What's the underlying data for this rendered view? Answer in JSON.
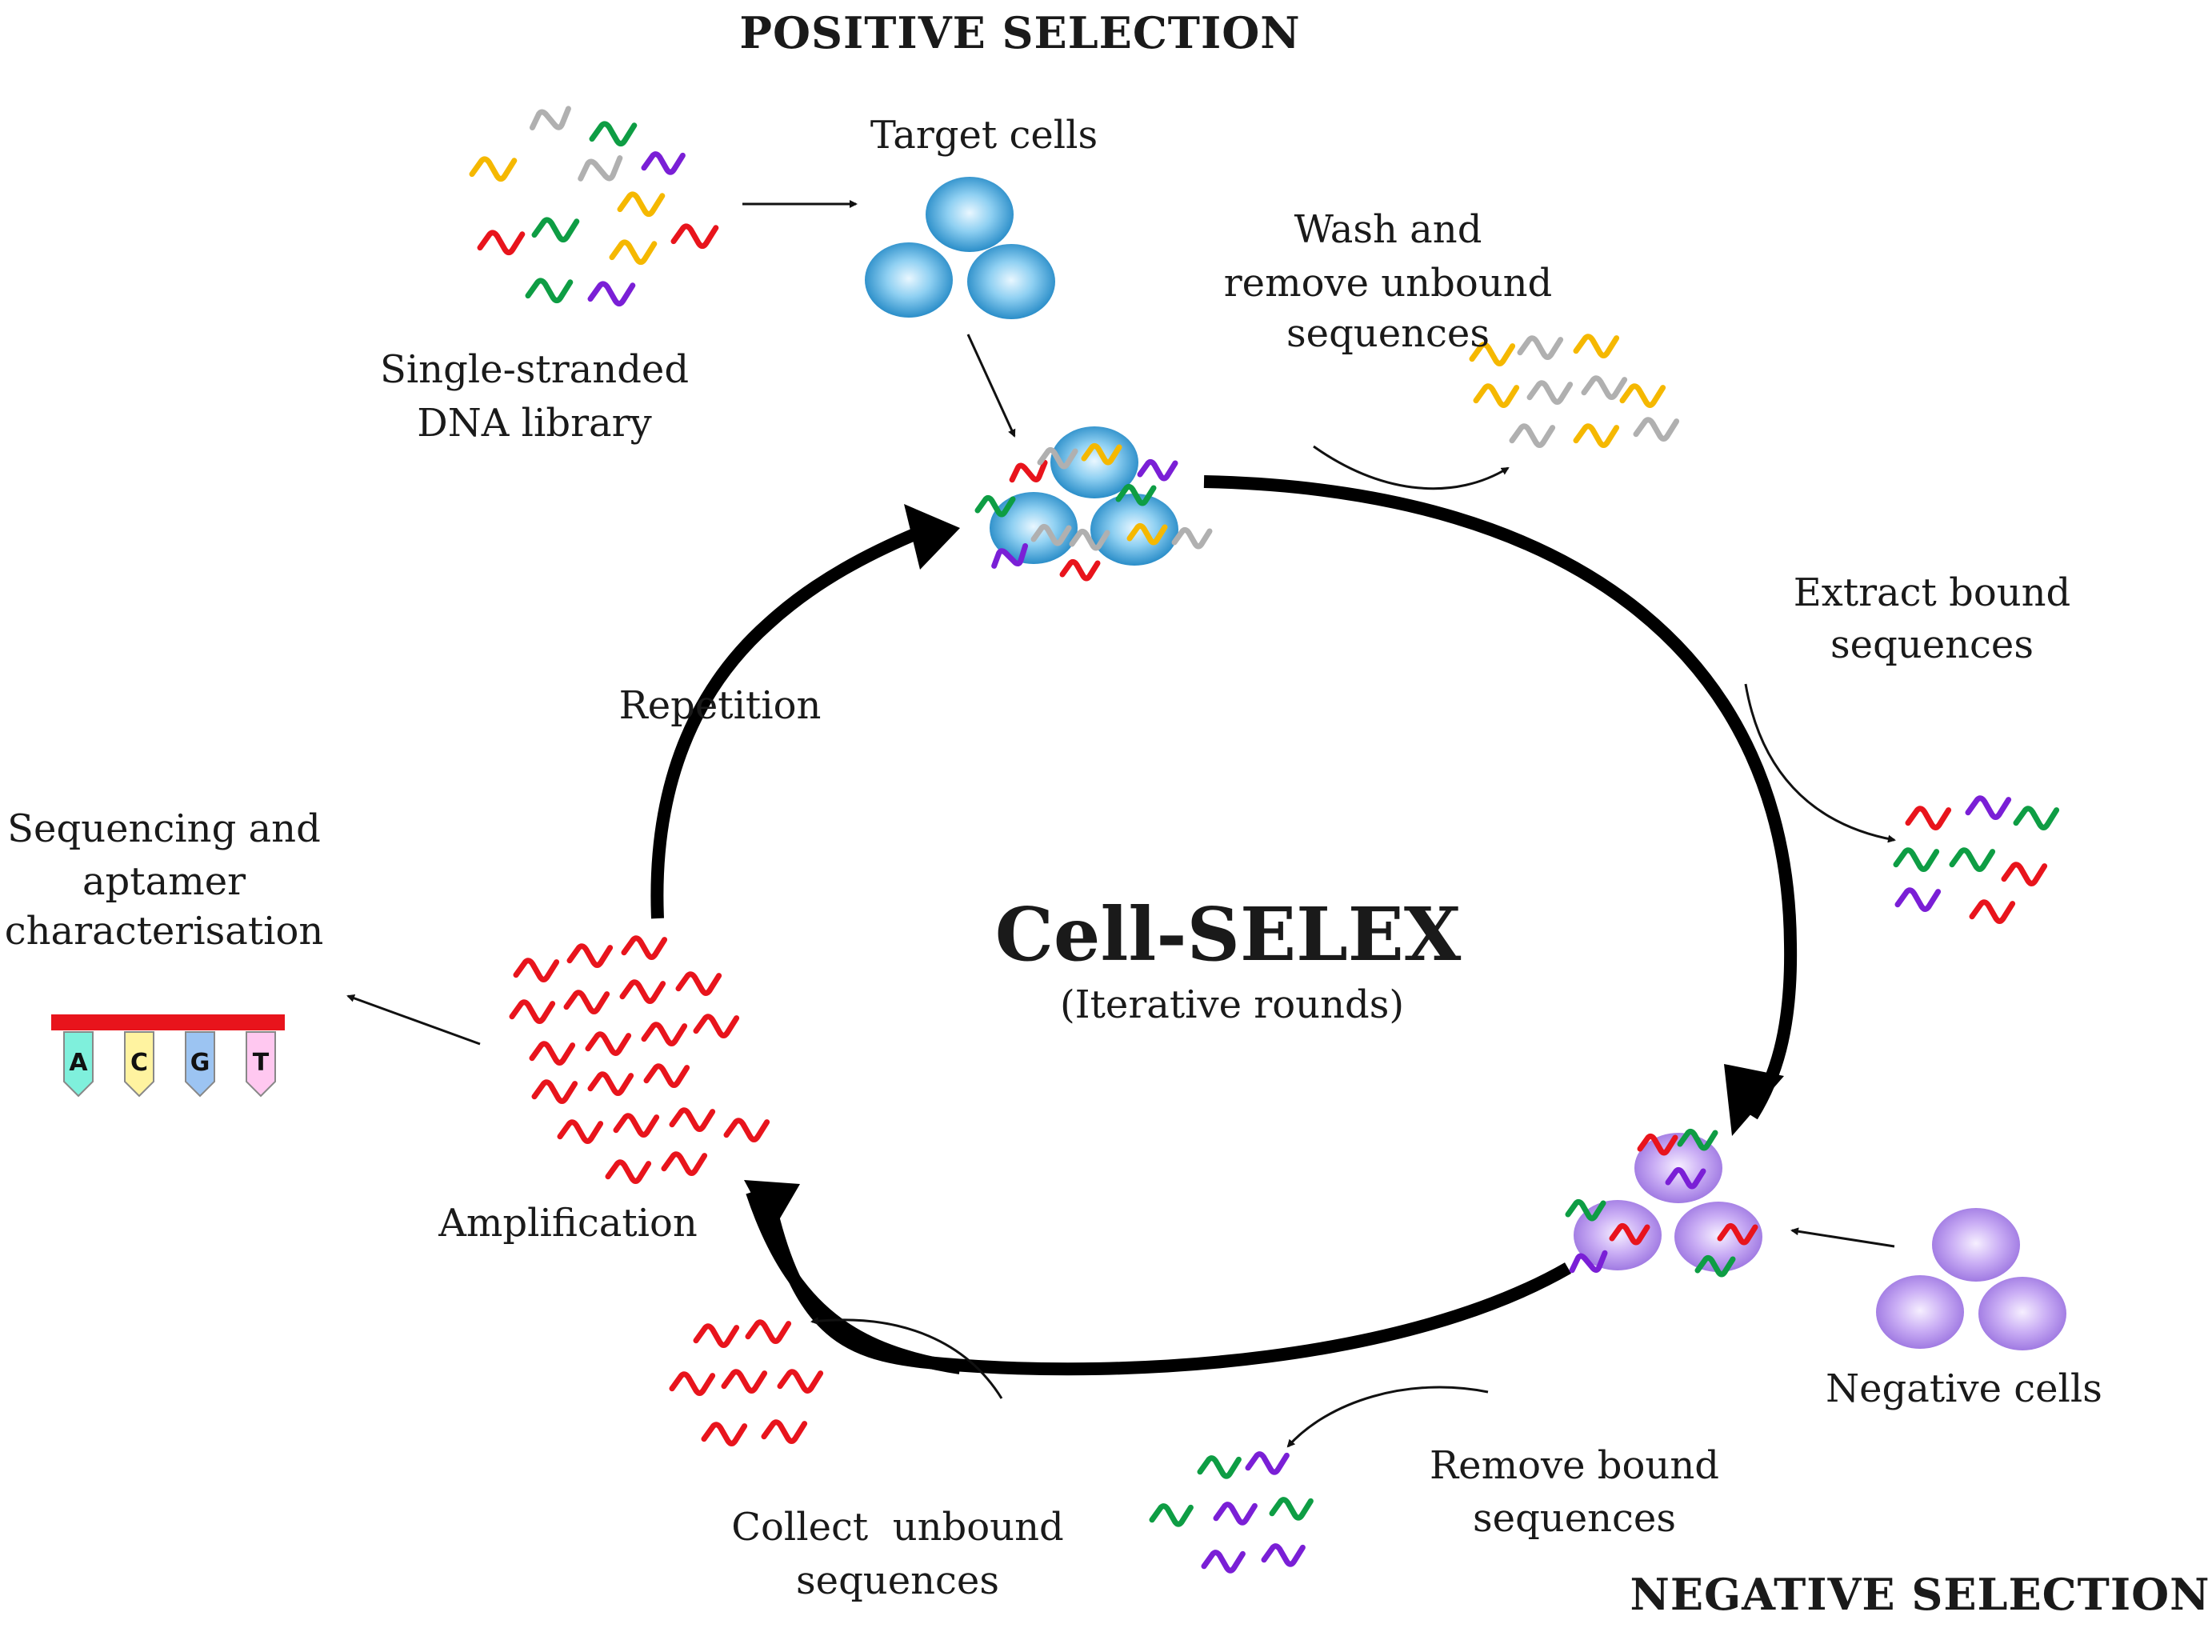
{
  "headings": {
    "positive": "POSITIVE SELECTION",
    "negative": "NEGATIVE SELECTION"
  },
  "center": {
    "title": "Cell-SELEX",
    "subtitle": "(Iterative rounds)"
  },
  "labels": {
    "target_cells": "Target cells",
    "library_line1": "Single-stranded",
    "library_line2": "DNA library",
    "wash_line1": "Wash and",
    "wash_line2": "remove unbound",
    "wash_line3": "sequences",
    "extract_line1": "Extract bound",
    "extract_line2": "sequences",
    "negative_cells": "Negative cells",
    "remove_line1": "Remove bound",
    "remove_line2": "sequences",
    "collect_line1": "Collect  unbound",
    "collect_line2": "sequences",
    "amplification": "Amplification",
    "repetition": "Repetition",
    "seq_line1": "Sequencing and",
    "seq_line2": "aptamer",
    "seq_line3": "characterisation"
  },
  "bases": [
    "A",
    "C",
    "G",
    "T"
  ],
  "colors": {
    "red": "#e8141c",
    "green": "#0e9d44",
    "purple": "#7a1fd6",
    "yellow": "#f5b800",
    "gray": "#b0b0b0",
    "target_cell": "#2f9bd6",
    "negative_cell": "#b592ea",
    "base_A": "#7ff0dc",
    "base_C": "#fff3a0",
    "base_G": "#9cc4f2",
    "base_T": "#ffc8f0"
  }
}
